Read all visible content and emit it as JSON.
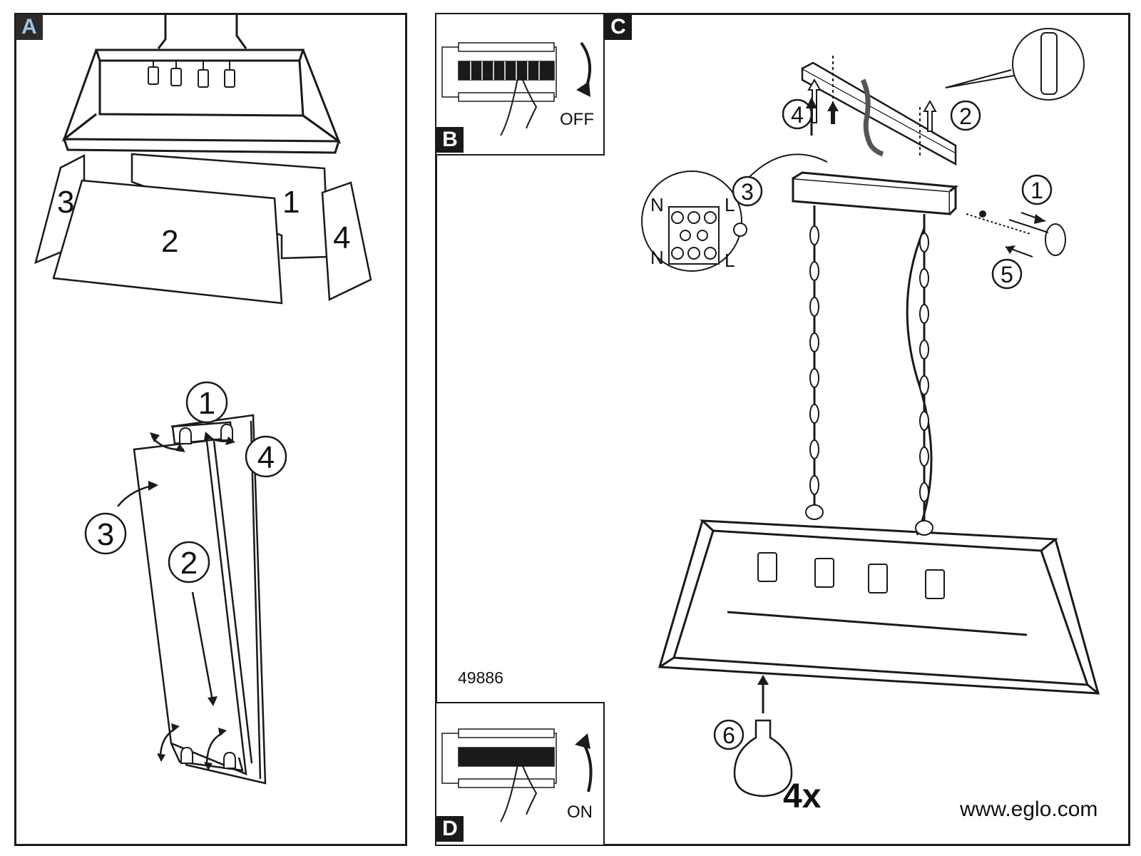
{
  "panels": {
    "a": {
      "tag": "A",
      "panel_numbers": [
        "3",
        "2",
        "1",
        "4"
      ],
      "steps": [
        "①",
        "②",
        "③",
        "④"
      ]
    },
    "b": {
      "tag": "B",
      "switch_label": "OFF"
    },
    "c": {
      "tag": "C",
      "steps": [
        "①",
        "②",
        "③",
        "④",
        "⑤",
        "⑥"
      ],
      "terminal_labels": {
        "n_top": "N",
        "l_top": "L",
        "n_bottom": "N",
        "l_bottom": "L"
      },
      "bulb_count": "4x"
    },
    "d": {
      "tag": "D",
      "switch_label": "ON"
    }
  },
  "product_code": "49886",
  "website": "www.eglo.com"
}
